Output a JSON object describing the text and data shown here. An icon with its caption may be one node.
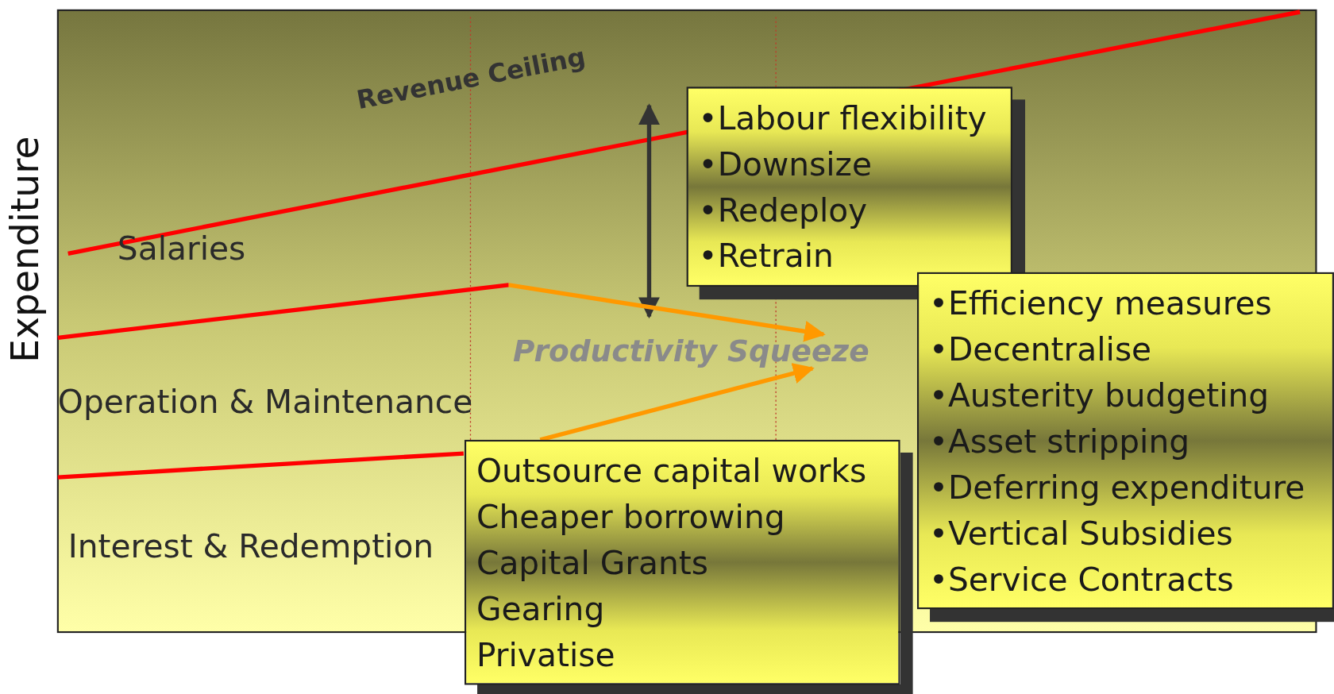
{
  "diagram": {
    "nodes": [
      {
        "text": [
          "•Labour flexibility",
          "•Downsize",
          "•Redeploy",
          "•Retrain"
        ]
      },
      {
        "text": [
          "•Efficiency measures",
          "•Decentralise",
          "•Austerity budgeting",
          "•Asset stripping",
          "•Deferring expenditure",
          "•Vertical Subsidies",
          "•Service Contracts"
        ]
      },
      {
        "text": [
          "Productivity Squeeze"
        ]
      },
      {
        "text": [
          "Outsource capital works",
          "Cheaper borrowing",
          "Capital Grants",
          "Gearing",
          "Privatise"
        ]
      }
    ],
    "edges": [
      {
        "from": null,
        "to": 2,
        "arrow": "to",
        "color": "#ff9900"
      },
      {
        "from": 3,
        "to": 2,
        "arrow": "to",
        "color": "#ff9900"
      }
    ],
    "labels": [
      "Revenue Ceiling",
      "Expenditure",
      "Salaries",
      "Operation & Maintenance",
      "Interest & Redemption"
    ]
  }
}
